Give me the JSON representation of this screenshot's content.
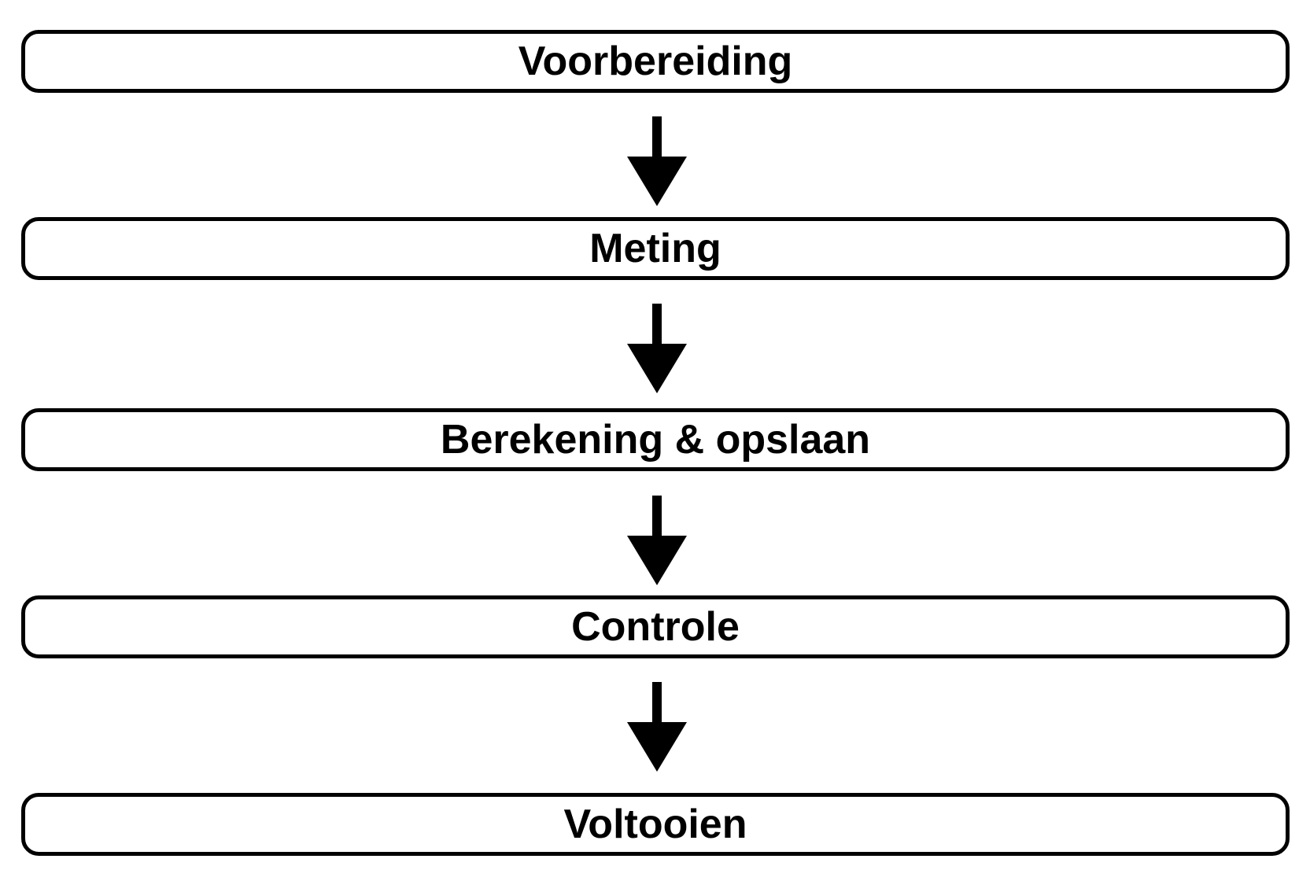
{
  "diagram": {
    "steps": [
      {
        "label": "Voorbereiding"
      },
      {
        "label": "Meting"
      },
      {
        "label": "Berekening & opslaan"
      },
      {
        "label": "Controle"
      },
      {
        "label": "Voltooien"
      }
    ],
    "arrow_icon": "arrow-down-icon",
    "colors": {
      "stroke": "#000000",
      "fill": "#ffffff",
      "text": "#000000"
    }
  }
}
